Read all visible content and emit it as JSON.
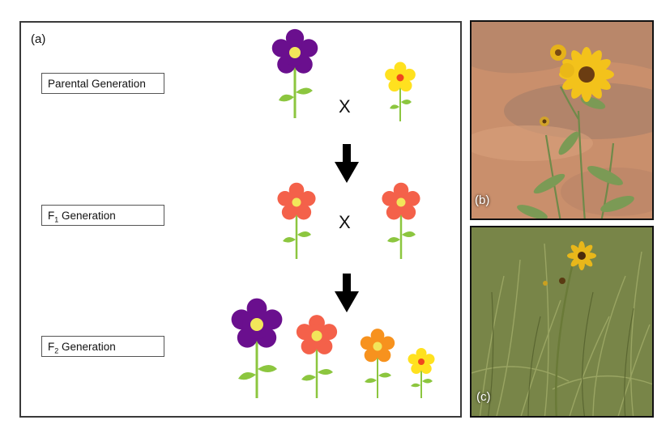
{
  "figure": {
    "panel_a": {
      "label": "(a)",
      "generations": [
        {
          "prefix": "Parental Generation",
          "sub": "",
          "suffix": ""
        },
        {
          "prefix": "F",
          "sub": "1",
          "suffix": " Generation"
        },
        {
          "prefix": "F",
          "sub": "2",
          "suffix": " Generation"
        }
      ],
      "cross_symbol": "X",
      "colors": {
        "purple": "#6a0f8e",
        "red_orange": "#f4614a",
        "orange": "#f7921e",
        "yellow": "#ffe11f",
        "center_yellow": "#f2e65a",
        "center_red": "#f0461e",
        "stem": "#8cc63f",
        "arrow": "#000000"
      }
    },
    "panel_b": {
      "label": "(b)"
    },
    "panel_c": {
      "label": "(c)"
    }
  }
}
